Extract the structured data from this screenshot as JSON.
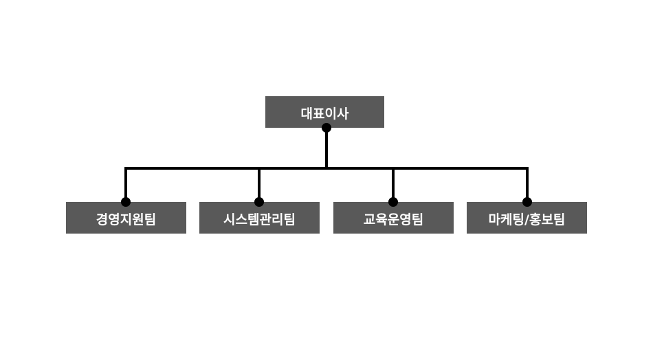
{
  "colors": {
    "box_fill": "#595959",
    "box_text": "#ffffff",
    "connector": "#000000",
    "background": "#ffffff"
  },
  "org": {
    "root": {
      "label": "대표이사"
    },
    "children": [
      {
        "label": "경영지원팀"
      },
      {
        "label": "시스템관리팀"
      },
      {
        "label": "교육운영팀"
      },
      {
        "label": "마케팅/홍보팀"
      }
    ]
  }
}
